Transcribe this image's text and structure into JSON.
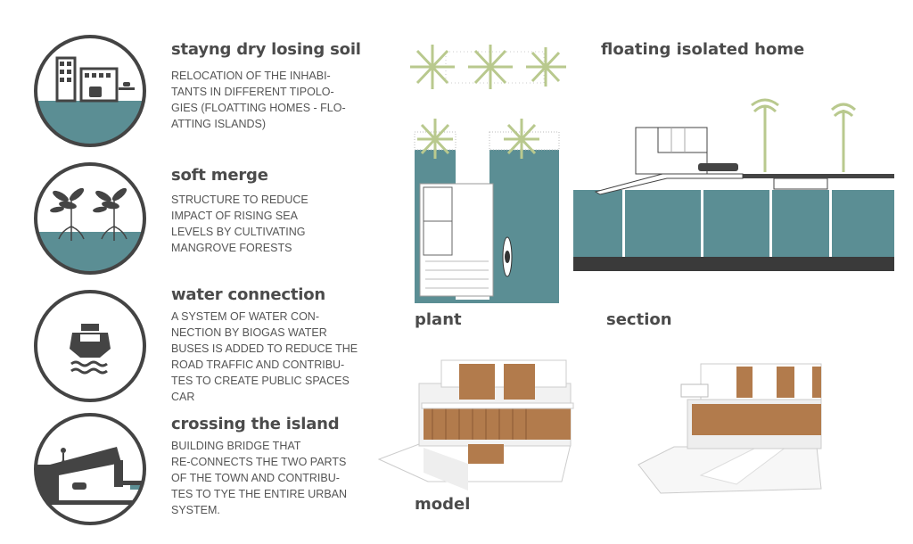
{
  "strategies": [
    {
      "title": "stayng dry losing soil",
      "body": "RELOCATION OF THE INHABI-\nTANTS IN DIFFERENT TIPOLO-\nGIES (FLOATTING HOMES - FLO-\nATTING ISLANDS)",
      "icon": "city-flood-icon"
    },
    {
      "title": "soft merge",
      "body": "STRUCTURE TO REDUCE\nIMPACT OF RISING SEA\nLEVELS BY CULTIVATING\nMANGROVE FORESTS",
      "icon": "mangrove-icon"
    },
    {
      "title": "water connection",
      "body": "A SYSTEM OF WATER CON-\nNECTION BY BIOGAS WATER\nBUSES IS ADDED TO REDUCE THE\nROAD TRAFFIC AND CONTRIBU-\nTES TO CREATE PUBLIC SPACES\nCAR",
      "icon": "water-bus-icon"
    },
    {
      "title": "crossing the island",
      "body": "BUILDING BRIDGE THAT\nRE-CONNECTS THE TWO PARTS\nOF THE TOWN AND CONTRIBU-\nTES TO TYE THE ENTIRE URBAN\nSYSTEM.",
      "icon": "bridge-icon"
    }
  ],
  "right": {
    "title": "floating isolated home",
    "plant_label": "plant",
    "section_label": "section",
    "model_label": "model"
  },
  "colors": {
    "teal": "#5b8e94",
    "dark": "#444444",
    "wood": "#b27b4c",
    "palm": "#b9c98e"
  }
}
